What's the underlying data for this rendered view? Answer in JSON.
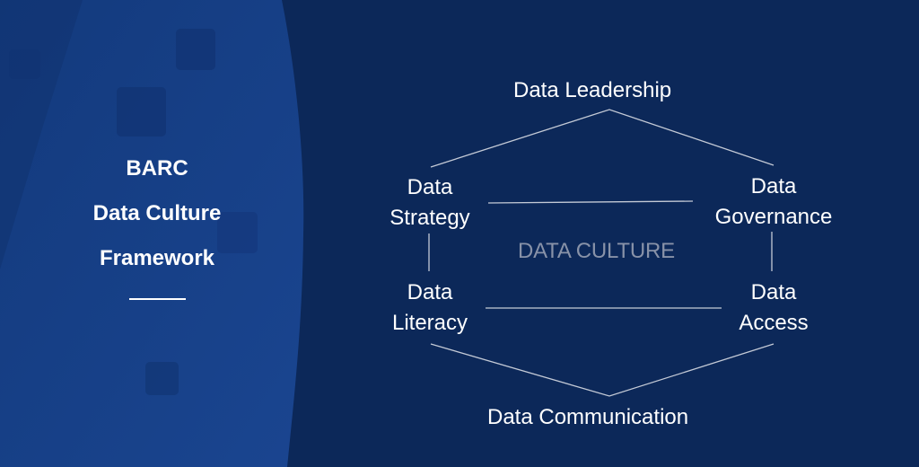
{
  "left_panel": {
    "title_lines": [
      "BARC",
      "Data Culture",
      "Framework"
    ],
    "colors": {
      "panel": "#163f88",
      "background": "#0c2859",
      "text": "#ffffff"
    }
  },
  "diagram": {
    "center_label": "DATA CULTURE",
    "nodes": {
      "top": {
        "label": "Data Leadership"
      },
      "upper_left": {
        "line1": "Data",
        "line2": "Strategy"
      },
      "upper_right": {
        "line1": "Data",
        "line2": "Governance"
      },
      "lower_left": {
        "line1": "Data",
        "line2": "Literacy"
      },
      "lower_right": {
        "line1": "Data",
        "line2": "Access"
      },
      "bottom": {
        "label": "Data Communication"
      }
    },
    "colors": {
      "line": "#c4cad6",
      "center_label": "#8892a8"
    }
  }
}
